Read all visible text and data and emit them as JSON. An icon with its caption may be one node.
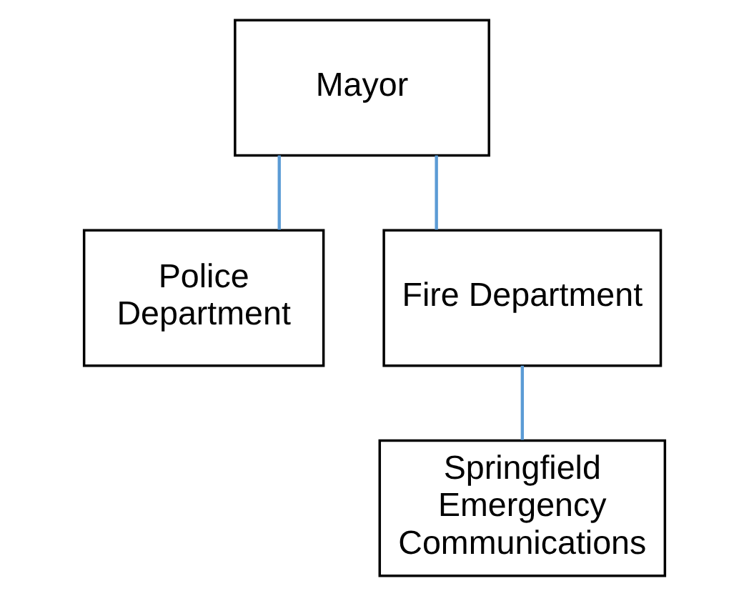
{
  "diagram": {
    "nodes": [
      {
        "text": [
          "Mayor"
        ]
      },
      {
        "text": [
          "Police Department"
        ]
      },
      {
        "text": [
          "Fire Department"
        ]
      },
      {
        "text": [
          "Springfield Emergency Communications"
        ]
      }
    ],
    "edges": [
      {
        "from": 0,
        "to": 1,
        "arrow": "none"
      },
      {
        "from": 0,
        "to": 2,
        "arrow": "none"
      },
      {
        "from": 2,
        "to": 3,
        "arrow": "none"
      }
    ]
  }
}
